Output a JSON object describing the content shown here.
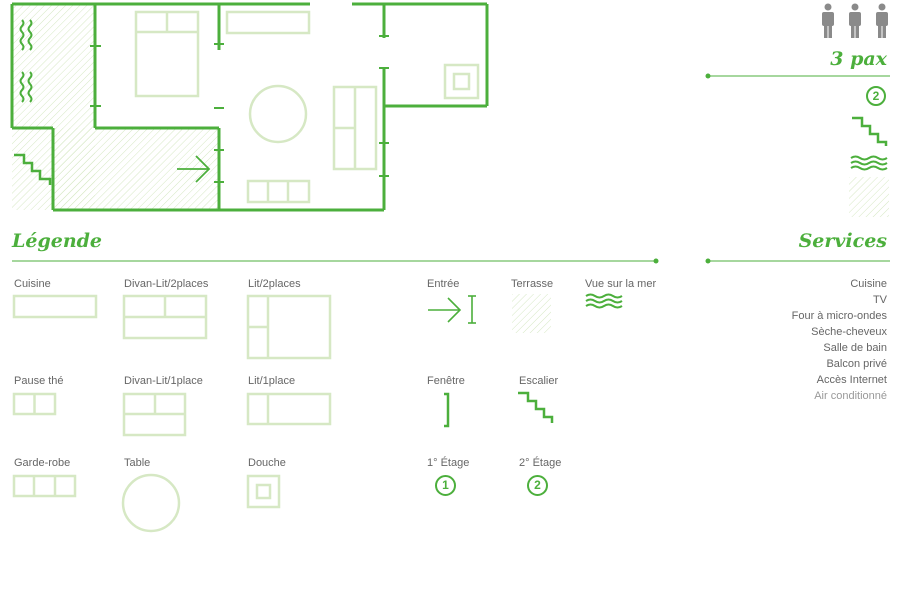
{
  "occupancy": {
    "label": "3 pax",
    "count": 3
  },
  "floor_badge": "2",
  "legend": {
    "title": "Légende",
    "items": {
      "cuisine": "Cuisine",
      "divan_lit_2": "Divan-Lit/2places",
      "lit_2": "Lit/2places",
      "entree": "Entrée",
      "terrasse": "Terrasse",
      "vue_mer": "Vue sur la mer",
      "pause_the": "Pause thé",
      "divan_lit_1": "Divan-Lit/1place",
      "lit_1": "Lit/1place",
      "fenetre": "Fenêtre",
      "escalier": "Escalier",
      "garde_robe": "Garde-robe",
      "table": "Table",
      "douche": "Douche",
      "etage_1": "1° Étage",
      "etage_2": "2° Étage"
    },
    "badges": {
      "etage_1": "1",
      "etage_2": "2"
    }
  },
  "services": {
    "title": "Services",
    "items": [
      {
        "label": "Cuisine",
        "available": true
      },
      {
        "label": "TV",
        "available": true
      },
      {
        "label": "Four à  micro-ondes",
        "available": true
      },
      {
        "label": "Sèche-cheveux",
        "available": true
      },
      {
        "label": "Salle de bain",
        "available": true
      },
      {
        "label": "Balcon privé",
        "available": true
      },
      {
        "label": "Accès Internet",
        "available": true
      },
      {
        "label": "Air conditionné",
        "available": false
      }
    ]
  },
  "colors": {
    "green": "#4caf3c",
    "light_green": "#d6e8c4",
    "icon_gray": "#8a8a8a"
  }
}
